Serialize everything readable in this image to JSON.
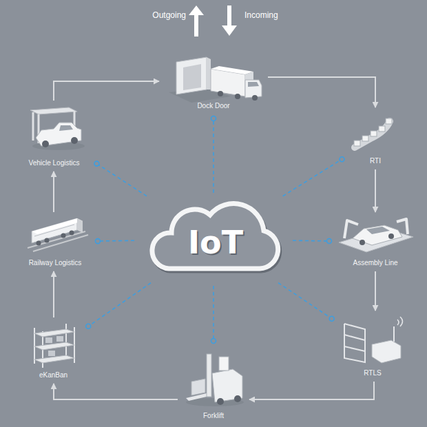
{
  "diagram": {
    "nodes": [
      {
        "text": [
          "Dock Door"
        ]
      },
      {
        "text": [
          "Vehicle Logistics"
        ]
      },
      {
        "text": [
          "RTI"
        ]
      },
      {
        "text": [
          "Railway Logistics"
        ]
      },
      {
        "text": [
          "IoT"
        ]
      },
      {
        "text": [
          "Assembly Line"
        ]
      },
      {
        "text": [
          "eKanBan"
        ]
      },
      {
        "text": [
          "RTLS"
        ]
      },
      {
        "text": [
          "Forklift"
        ]
      }
    ],
    "edges": [
      {
        "from": 1,
        "to": 0,
        "arrow": "to"
      },
      {
        "from": 0,
        "to": 2,
        "arrow": "to"
      },
      {
        "from": 2,
        "to": 5,
        "arrow": "to"
      },
      {
        "from": 5,
        "to": 7,
        "arrow": "to"
      },
      {
        "from": 7,
        "to": 8,
        "arrow": "to"
      },
      {
        "from": 8,
        "to": 6,
        "arrow": "to"
      },
      {
        "from": 6,
        "to": 3,
        "arrow": "to"
      },
      {
        "from": 3,
        "to": 1,
        "arrow": "to"
      },
      {
        "from": 4,
        "to": 0,
        "arrow": "none"
      },
      {
        "from": 4,
        "to": 2,
        "arrow": "none"
      },
      {
        "from": 4,
        "to": 5,
        "arrow": "none"
      },
      {
        "from": 4,
        "to": 7,
        "arrow": "none"
      },
      {
        "from": 4,
        "to": 8,
        "arrow": "none"
      },
      {
        "from": 4,
        "to": 6,
        "arrow": "none"
      },
      {
        "from": 4,
        "to": 3,
        "arrow": "none"
      },
      {
        "from": 4,
        "to": 1,
        "arrow": "none"
      }
    ],
    "labels": [
      "Outgoing",
      "Incoming"
    ]
  }
}
